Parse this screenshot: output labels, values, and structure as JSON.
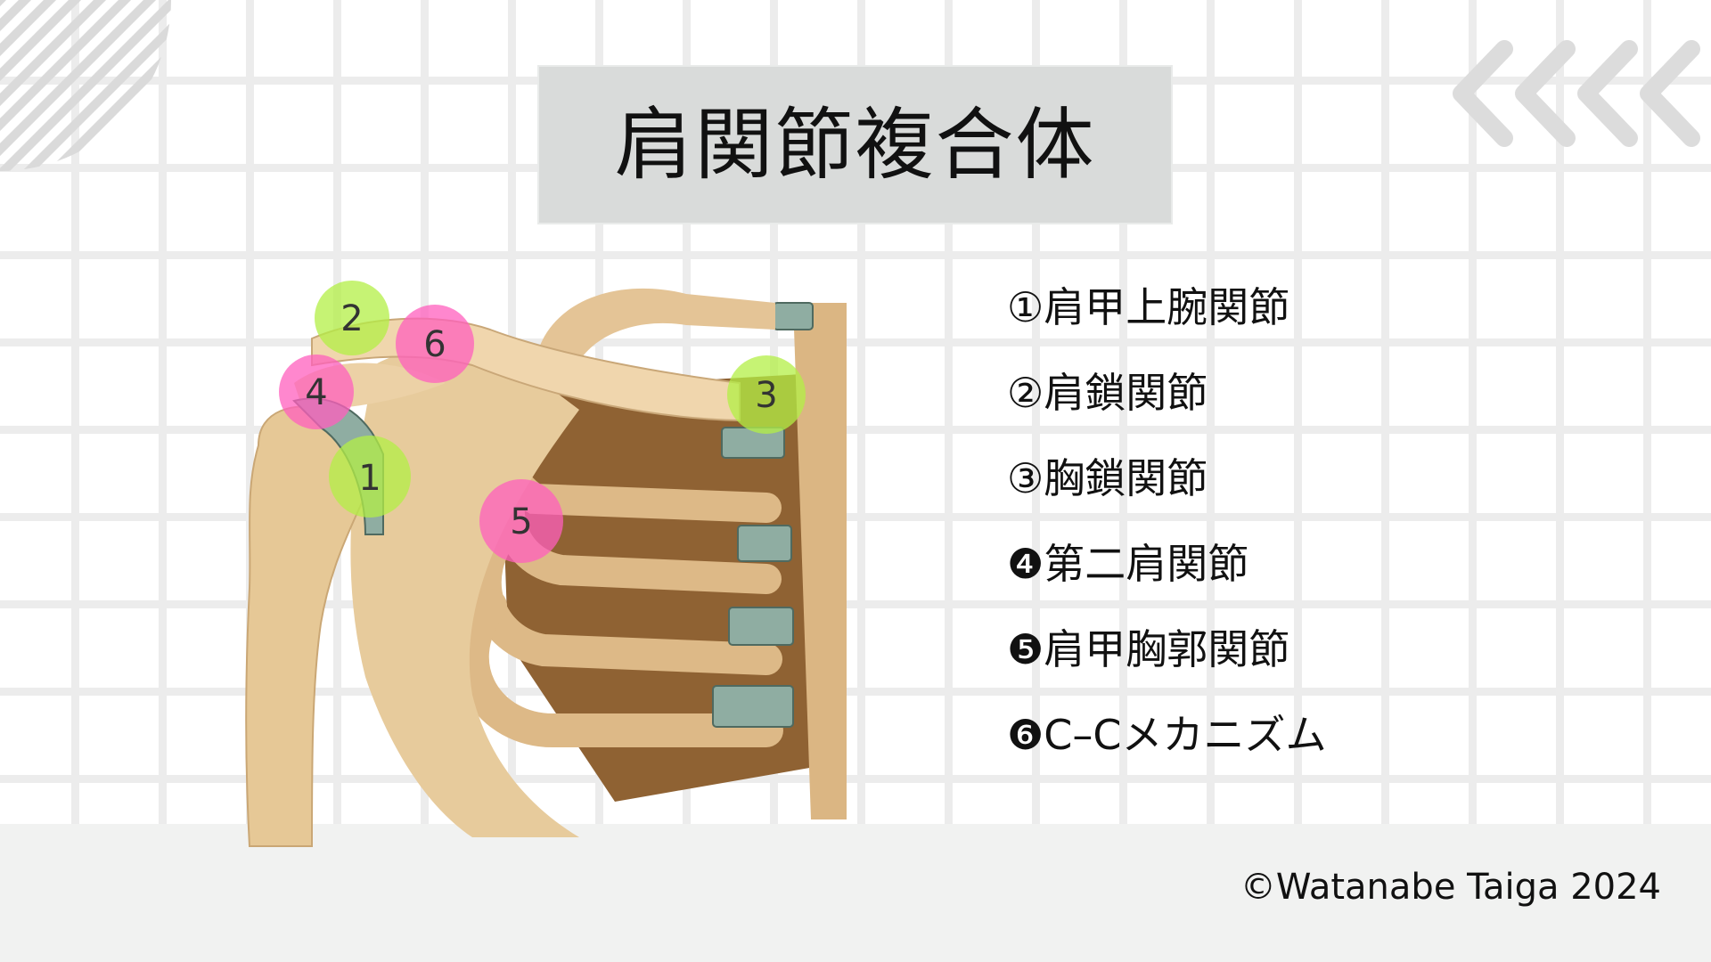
{
  "title": "肩関節複合体",
  "colors": {
    "title_box": "#d9dbda",
    "grid_line": "#ececec",
    "footer_band": "#f1f2f1",
    "marker_green": "#b3ef45",
    "marker_pink": "#ff5fbe",
    "bone": "#e9cfa4",
    "cartilage": "#8fada2"
  },
  "markers": [
    {
      "label": "1",
      "color": "green"
    },
    {
      "label": "2",
      "color": "green"
    },
    {
      "label": "3",
      "color": "green"
    },
    {
      "label": "4",
      "color": "pink"
    },
    {
      "label": "5",
      "color": "pink"
    },
    {
      "label": "6",
      "color": "pink"
    }
  ],
  "legend": [
    "①肩甲上腕関節",
    "②肩鎖関節",
    "③胸鎖関節",
    "❹第二肩関節",
    "❺肩甲胸郭関節",
    "❻C–Cメカニズム"
  ],
  "copyright": "©Watanabe Taiga 2024",
  "icons": {
    "stripe_decoration": "diagonal-stripes-icon",
    "chevrons": "double-chevron-left-icon"
  }
}
